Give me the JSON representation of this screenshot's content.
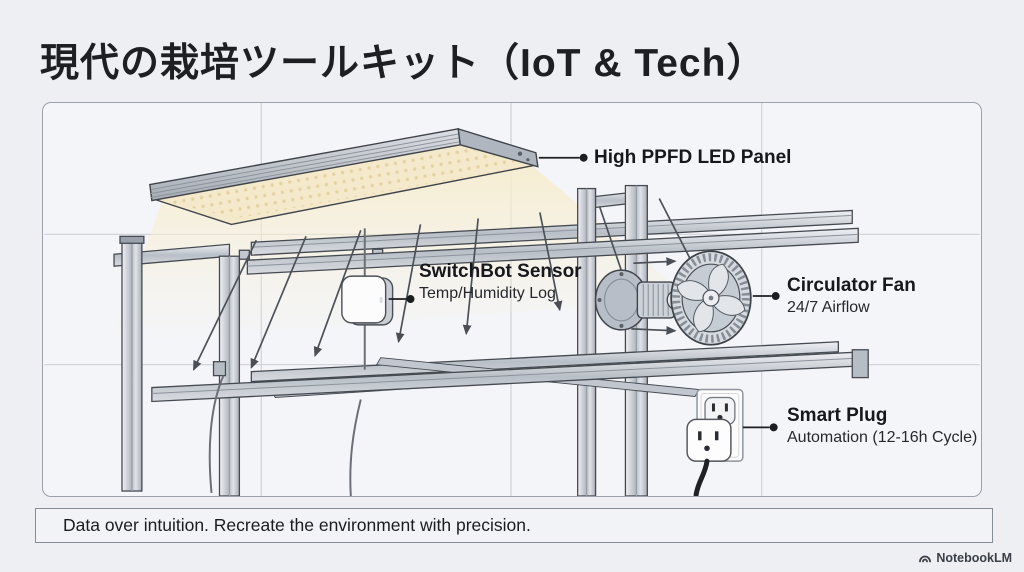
{
  "page": {
    "title": "現代の栽培ツールキット（IoT & Tech）",
    "quote": "Data over intuition. Recreate the environment with precision.",
    "branding": "NotebookLM"
  },
  "callouts": {
    "led_panel": {
      "title": "High PPFD LED Panel"
    },
    "sensor": {
      "title": "SwitchBot Sensor",
      "subtitle": "Temp/Humidity Log"
    },
    "fan": {
      "title": "Circulator Fan",
      "subtitle": "24/7 Airflow"
    },
    "smart_plug": {
      "title": "Smart Plug",
      "subtitle": "Automation (12-16h Cycle)"
    }
  },
  "icons": {
    "brand_icon": "notebooklm-wave-icon",
    "illustrations": [
      "led-panel-icon",
      "switchbot-sensor-icon",
      "circulator-fan-icon",
      "smart-plug-icon",
      "grow-rack-icon",
      "light-arrows-icon",
      "airflow-arrows-icon"
    ]
  },
  "colors": {
    "page_background": "#edeff3",
    "panel_fill": "#f4f5f8",
    "panel_border": "#9aa1a9",
    "grid_line": "#cdd1d7",
    "led_glow": "#f7ecca",
    "led_face": "#f5e9cc",
    "metal_mid": "#c7ccd3",
    "outline": "#3f444a",
    "leader": "#1d1e20",
    "text_dark": "#17181b",
    "cord_black": "#1f2124"
  }
}
